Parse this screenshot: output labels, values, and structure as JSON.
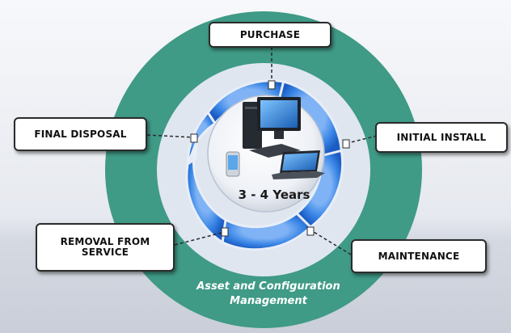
{
  "diagram": {
    "center_label": "3 - 4 Years",
    "caption_line1": "Asset and Configuration",
    "caption_line2": "Management",
    "stages": {
      "purchase": "PURCHASE",
      "initial_install": "INITIAL INSTALL",
      "maintenance": "MAINTENANCE",
      "removal_line1": "REMOVAL FROM",
      "removal_line2": "SERVICE",
      "final_disposal": "FINAL DISPOSAL"
    },
    "colors": {
      "outer_ring": "#3f9a86",
      "segment_blue": "#1f63c9",
      "segment_light": "#5f9ef0",
      "center": "#eef2f7"
    }
  }
}
